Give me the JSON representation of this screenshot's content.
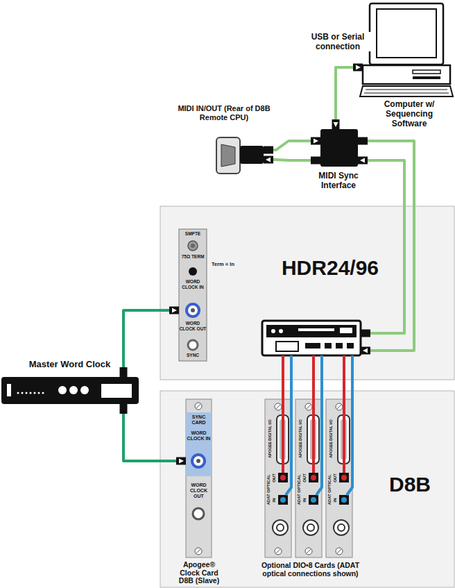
{
  "diagram": {
    "nodes": [
      {
        "text": [
          "Computer w/ Sequencing Software"
        ]
      },
      {
        "text": [
          "MIDI IN/OUT (Rear of D8B Remote CPU)"
        ]
      },
      {
        "text": [
          "MIDI Sync Interface"
        ]
      },
      {
        "text": [
          "HDR24/96"
        ]
      },
      {
        "text": [
          "SMPTE",
          "75Ω TERM",
          "WORD CLOCK IN",
          "WORD CLOCK OUT",
          "SYNC"
        ],
        "in": 3
      },
      {
        "text": [
          "Master Word Clock"
        ]
      },
      {
        "text": [
          "D8B"
        ]
      },
      {
        "text": [
          "SYNC CARD",
          "WORD CLOCK IN",
          "WORD CLOCK OUT",
          "Apogee® Clock Card D8B (Slave)"
        ],
        "in": 6
      },
      {
        "text": [
          "APOGEE DIGITAL I/O",
          "ADAT OPTICAL",
          "OUT",
          "IN"
        ],
        "in": 6
      },
      {
        "text": [
          "APOGEE DIGITAL I/O",
          "ADAT OPTICAL",
          "OUT",
          "IN"
        ],
        "in": 6
      },
      {
        "text": [
          "APOGEE DIGITAL I/O",
          "ADAT OPTICAL",
          "OUT",
          "IN"
        ],
        "in": 6
      }
    ],
    "edges": [
      {
        "from": 0,
        "to": 2,
        "arrow": "both",
        "label": "USB or Serial connection"
      },
      {
        "from": 1,
        "to": 2,
        "arrow": "to"
      },
      {
        "from": 2,
        "to": 1,
        "arrow": "to"
      },
      {
        "from": 2,
        "to": 3,
        "arrow": "to"
      },
      {
        "from": 3,
        "to": 2,
        "arrow": "to"
      },
      {
        "from": 5,
        "to": 4,
        "arrow": "to"
      },
      {
        "from": 5,
        "to": 7,
        "arrow": "to"
      },
      {
        "from": 3,
        "to": 8,
        "arrow": "none"
      },
      {
        "from": 3,
        "to": 8,
        "arrow": "none"
      },
      {
        "from": 3,
        "to": 9,
        "arrow": "none"
      },
      {
        "from": 3,
        "to": 9,
        "arrow": "none"
      },
      {
        "from": 3,
        "to": 10,
        "arrow": "none"
      },
      {
        "from": 3,
        "to": 10,
        "arrow": "none"
      }
    ],
    "labels": [
      "Term = In",
      "Optional DIO•8 Cards (ADAT optical connections shown)"
    ]
  }
}
